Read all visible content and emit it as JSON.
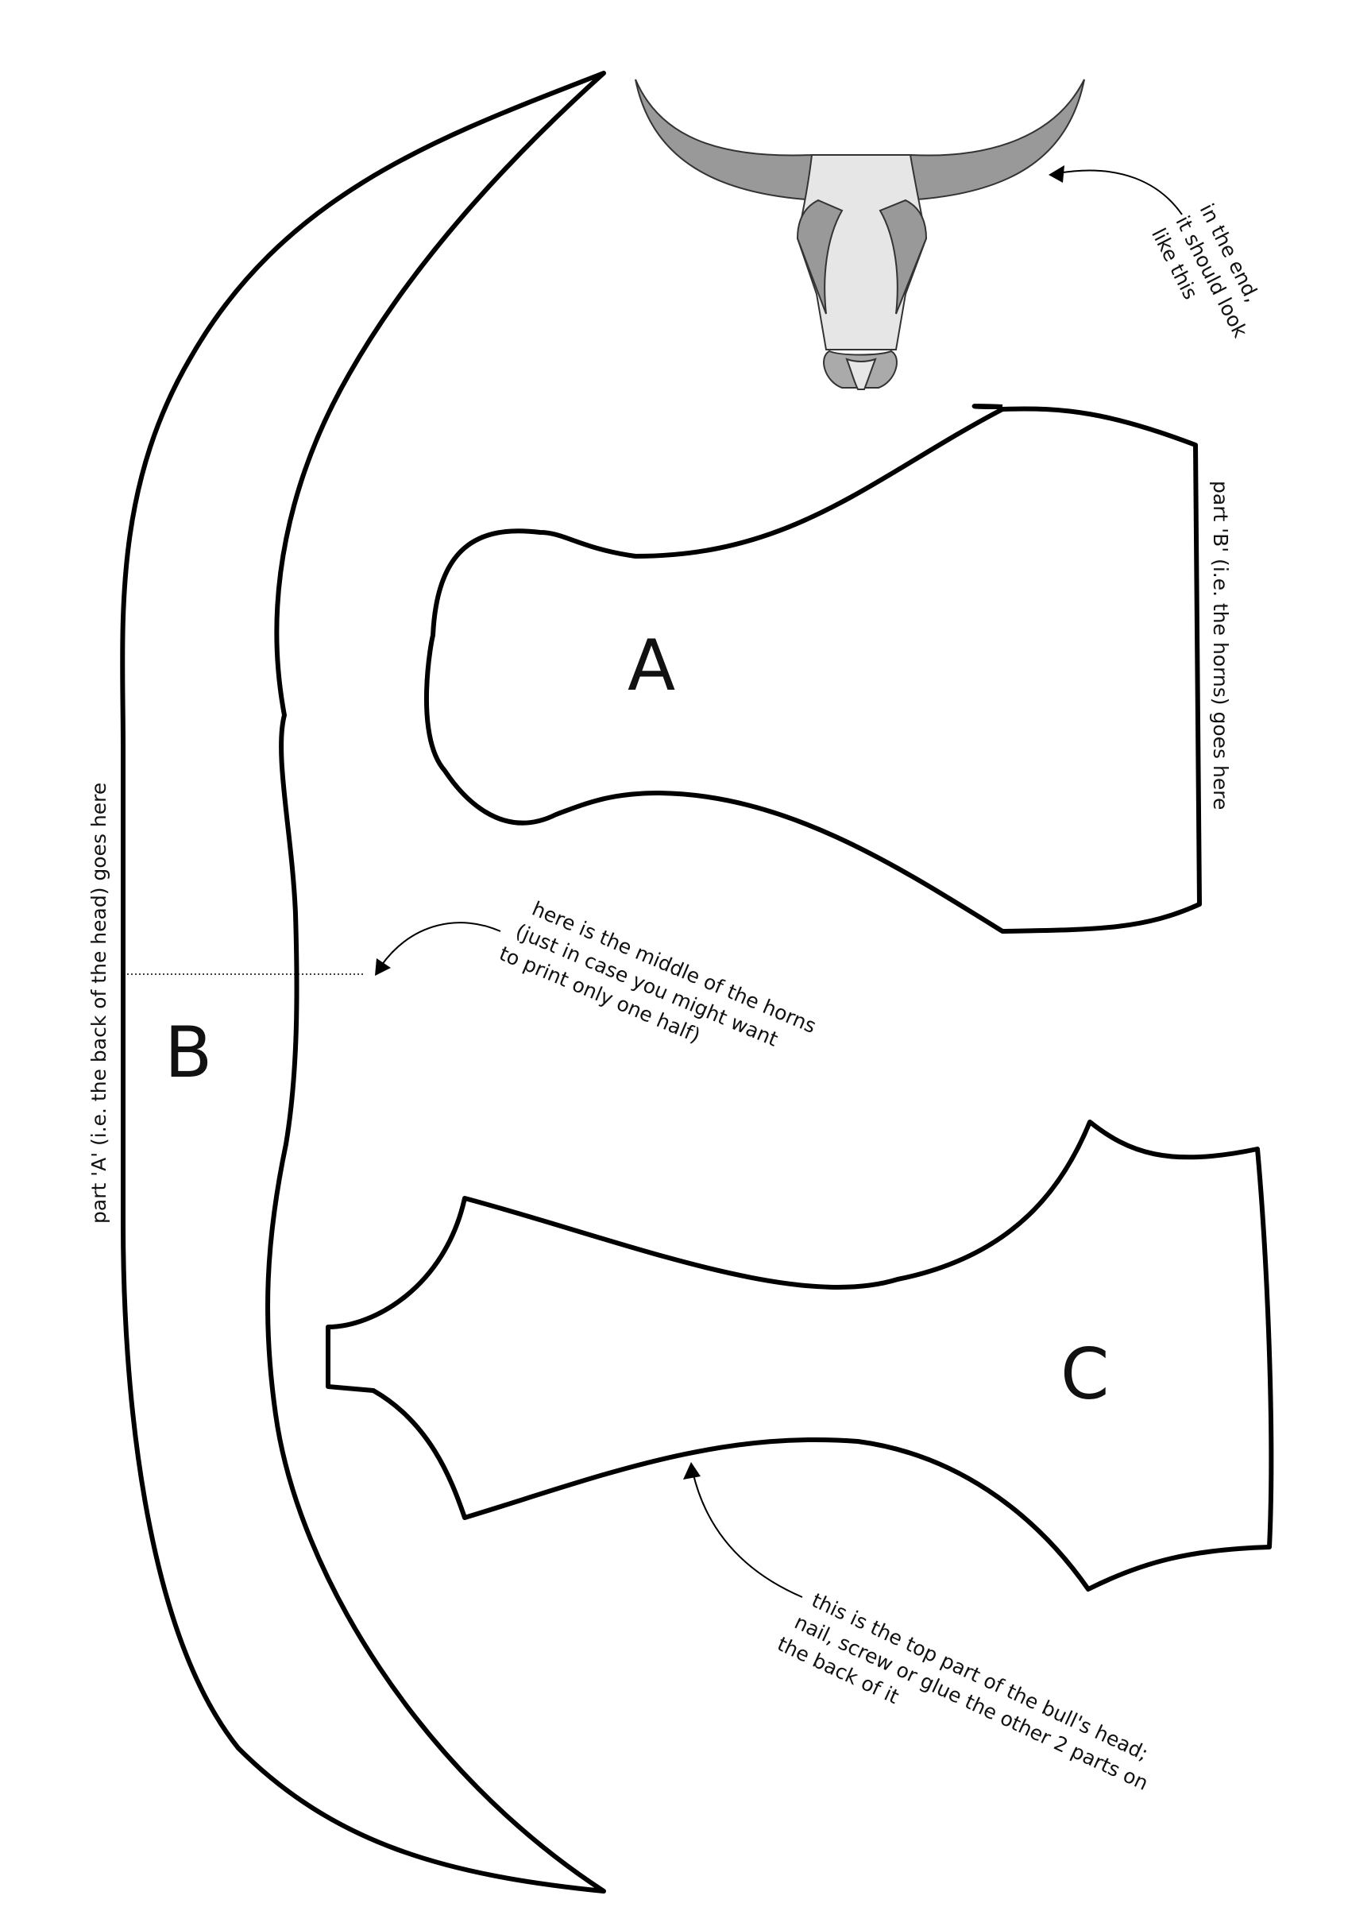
{
  "labels": {
    "piece_a": "A",
    "piece_b": "B",
    "piece_c": "C"
  },
  "notes": {
    "preview": [
      "in the end,",
      "it should look",
      "like this"
    ],
    "glue_b": "part 'B' (i.e. the horns) goes here",
    "glue_a": "part 'A' (i.e. the back of the head) goes here",
    "middle": [
      "here is the middle of the horns",
      "(just in case you might want",
      "to print only one half)"
    ],
    "top_part": [
      "this is the top part of the bull's head;",
      "nail, screw or glue the other 2 parts on",
      "the back of it"
    ]
  },
  "colors": {
    "outline": "#000000",
    "horn_grey": "#999999",
    "skull_light": "#e6e6e6",
    "eye_grey": "#999999",
    "nose_grey": "#aaaaaa"
  }
}
